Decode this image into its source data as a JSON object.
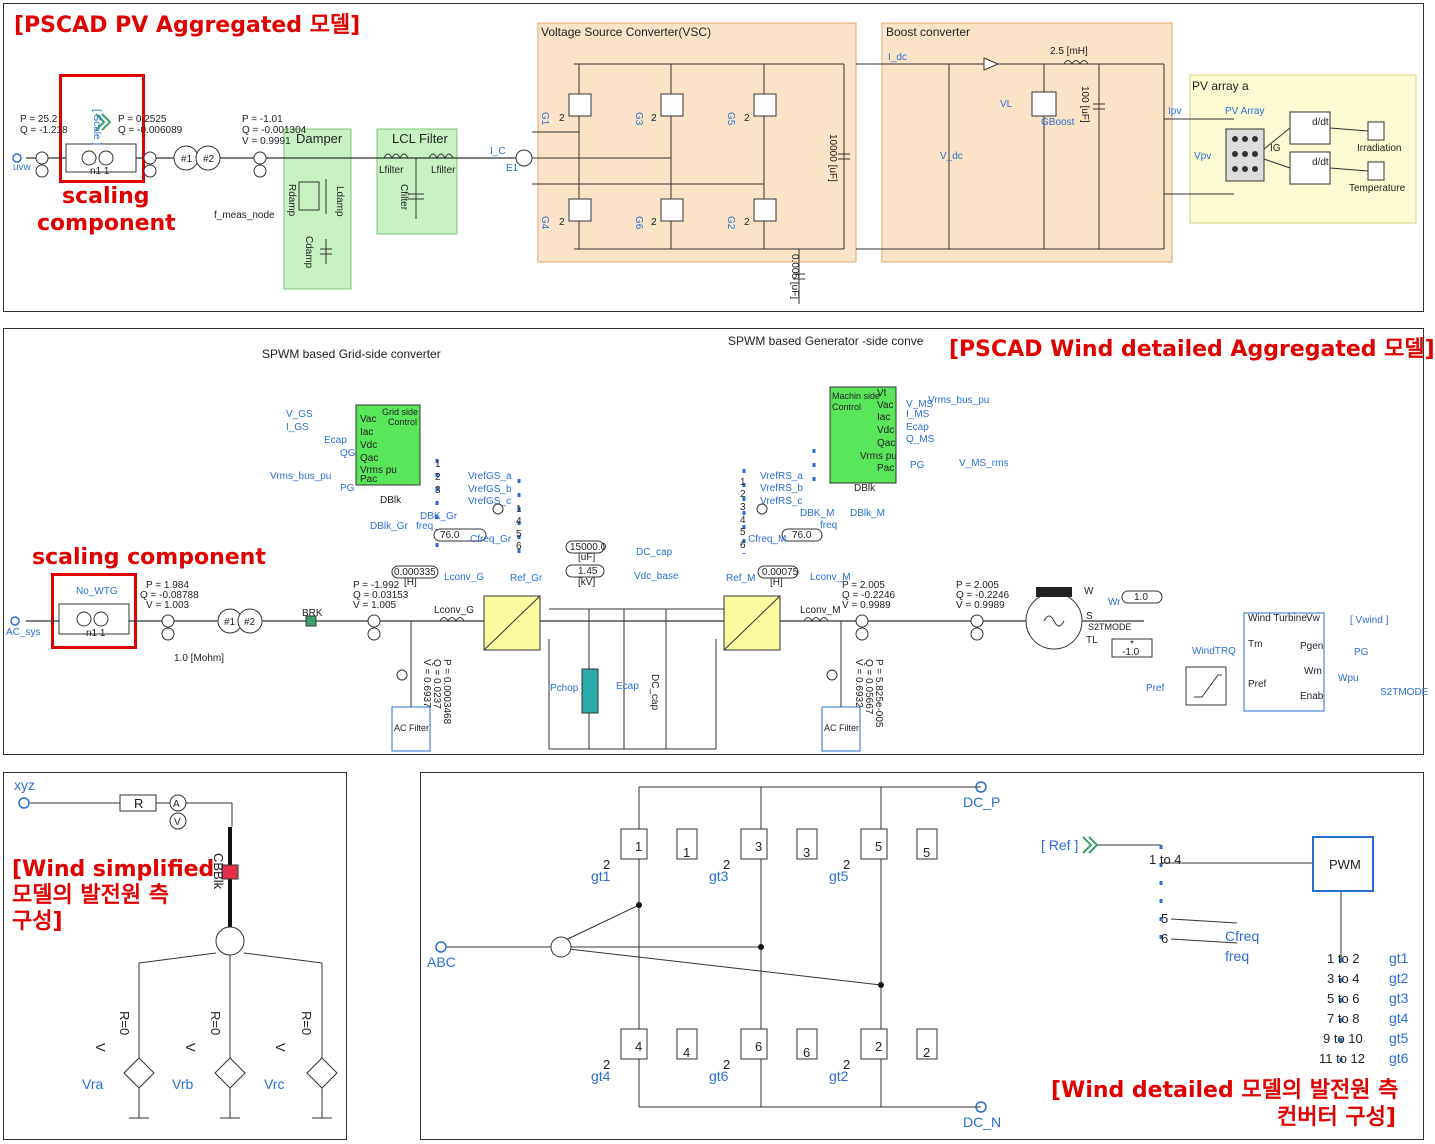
{
  "colors": {
    "title_red": "#e00000",
    "signal_blue": "#2a6fd6",
    "orange": "#fbe3c8",
    "green": "#c8f2c3",
    "yellow": "#fcfad2",
    "bright_green": "#5ae65a"
  },
  "pv": {
    "title": "[PSCAD PV Aggregated 모델]",
    "scaling1": "scaling",
    "scaling2": "component",
    "uvw": "uvw",
    "scale": "[ Scale ]",
    "n1_1": "n1  1",
    "p_left": "P = 25.2",
    "q_left": "Q = -1.218",
    "p_mid": "P = 0.2525",
    "q_mid": "Q = -0.006089",
    "p_r": "P = -1.01",
    "q_r": "Q = -0.001304",
    "v_r": "V = 0.9991",
    "tx1": "#1",
    "tx2": "#2",
    "f_meas": "f_meas_node",
    "damper": "Damper",
    "rdamp": "Rdamp",
    "ldamp": "Ldamp",
    "cdamp": "Cdamp",
    "lcl": "LCL Filter",
    "lfilter1": "Lfilter",
    "lfilter2": "Lfilter",
    "cfilter": "Cfilter",
    "i_c": "I_C",
    "e1": "E1",
    "vsc": "Voltage Source Converter(VSC)",
    "g1": "G1",
    "g3": "G3",
    "g5": "G5",
    "g4": "G4",
    "g6": "G6",
    "g2": "G2",
    "cap_vsc": "10000 [uF]",
    "cap_small": "0.005 [uF]",
    "boost": "Boost converter",
    "i_dc": "I_dc",
    "ind": "2.5 [mH]",
    "vl": "VL",
    "gboost": "GBoost",
    "cap_boost": "100 [uF]",
    "v_dc": "V_dc",
    "pv_array": "PV array a",
    "pv_array_inner": "PV Array",
    "ipv": "Ipv",
    "vpv": "Vpv",
    "ig": "IG",
    "ddt1": "d/dt",
    "ddt2": "d/dt",
    "irr": "Irradiation",
    "temp": "Temperature",
    "num2": "2"
  },
  "wind": {
    "title": "[PSCAD Wind detailed Aggregated 모델]",
    "grid_conv": "SPWM based Grid-side converter",
    "gen_conv": "SPWM based Generator -side  conve",
    "scaling": "scaling component",
    "grid_ctrl": [
      "Grid side",
      "Control"
    ],
    "grid_ports": [
      "Vac",
      "Iac",
      "Vdc",
      "Qac",
      "Vrms pu",
      "Pac"
    ],
    "grid_inputs": [
      "V_GS",
      "I_GS",
      "Ecap",
      "QG",
      "Vrms_bus_pu",
      "PG"
    ],
    "dblk": "DBlk",
    "dblk_gr": "DBlk_Gr",
    "freq": "freq",
    "vref_gs": [
      "VrefGS_a",
      "VrefGS_b",
      "VrefGS_c"
    ],
    "dbk_gr": "DBK_Gr",
    "val76": "76.0",
    "cfreq_gr": "Cfreq_Gr",
    "mach_ctrl": [
      "Machin side",
      "Control"
    ],
    "mach_ports": [
      "Vt",
      "Vac",
      "Iac",
      "Vdc",
      "Qac",
      "Vrms pu",
      "Pac"
    ],
    "mach_outputs": [
      "Vrms_bus_pu",
      "V_MS",
      "I_MS",
      "Ecap",
      "Q_MS",
      "PG",
      "V_MS_rms"
    ],
    "dblk_m": "DBlk_M",
    "vref_rs": [
      "VrefRS_a",
      "VrefRS_b",
      "VrefRS_c"
    ],
    "dbk_m": "DBK_M",
    "cfreq_m": "Cfreq_M",
    "nums": [
      "1",
      "2",
      "3",
      "1",
      "4",
      "5",
      "6"
    ],
    "no_wtg": "No_WTG",
    "n1_1": "n1  1",
    "ac_sys": "AC_sys",
    "p1": "P = 1.984",
    "q1": "Q = -0.08788",
    "v1": "V = 1.003",
    "mohm": "1.0 [Mohm]",
    "brk": "BRK",
    "p2": "P = -1.992",
    "q2": "Q = 0.03153",
    "v2": "V = 1.005",
    "lconv_g_val": "0.000335",
    "h1": "[H]",
    "lconv_g": "Lconv_G",
    "ref_gr": "Ref_Gr",
    "cap_val": "15000.0",
    "uf": "[uF]",
    "dc_cap": "DC_cap",
    "kv_val": "1.45",
    "kv": "[kV]",
    "vdc_base": "Vdc_base",
    "pchop": "Pchop",
    "ecap": "Ecap",
    "dc_cap2": "DC_cap",
    "ref_m": "Ref_M",
    "lconv_m_val": "0.00075",
    "h2": "[H]",
    "lconv_m": "Lconv_M",
    "p3": "P = 2.005",
    "q3": "Q = -0.2246",
    "v3": "V = 0.9989",
    "p4": "P = 2.005",
    "q4": "Q = -0.2246",
    "v4": "V = 0.9989",
    "pf1": [
      "P = 0.0003468",
      "Q = 0.0237",
      "V = 0.6937"
    ],
    "pf2": [
      "P = 5.825e-005",
      "Q = 0.05667",
      "V = 0.6932"
    ],
    "ac_filter": "AC Filter",
    "ac_filter2": "AC Filter",
    "w": "W",
    "wr": "Wr",
    "s": "S",
    "s2tmode": "S2TMODE",
    "tl": "TL",
    "val1": "1.0",
    "valm1": "-1.0",
    "star": "*",
    "wind_trq": "WindTRQ",
    "pref": "Pref",
    "wt": "Wind Turbine",
    "wt_ports_l": [
      "Tm",
      "Pref"
    ],
    "wt_ports_r": [
      "Vw",
      "Pgen",
      "Wm",
      "Enab"
    ],
    "vwind": "[ Vwind ]",
    "pg": "PG",
    "wpu": "Wpu",
    "s2tmode2": "S2TMODE",
    "tx1": "#1",
    "tx2": "#2"
  },
  "simp": {
    "title": [
      "[Wind simplified",
      "모델의 발전원 측",
      "구성]"
    ],
    "xyz": "xyz",
    "r": "R",
    "a": "A",
    "v": "V",
    "cbblk": "CBBlk",
    "r0": [
      "R=0",
      "R=0",
      "R=0"
    ],
    "vlab": [
      "V",
      "V",
      "V"
    ],
    "vra": "Vra",
    "vrb": "Vrb",
    "vrc": "Vrc"
  },
  "det": {
    "title": [
      "[Wind detailed 모델의 발전원 측",
      "컨버터 구성]"
    ],
    "dc_p": "DC_P",
    "dc_n": "DC_N",
    "abc": "ABC",
    "gt": [
      "gt1",
      "gt3",
      "gt5",
      "gt4",
      "gt6",
      "gt2"
    ],
    "sw": [
      "1",
      "3",
      "5",
      "4",
      "6",
      "2"
    ],
    "two": "2",
    "ref": "[ Ref ]",
    "one_to_4": "1 to 4",
    "pwm": "PWM",
    "five": "5",
    "six": "6",
    "cfreq": "Cfreq",
    "freq": "freq",
    "splits": [
      "1 to 2",
      "3 to 4",
      "5 to 6",
      "7 to 8",
      "9 to 10",
      "11 to 12"
    ],
    "gts": [
      "gt1",
      "gt2",
      "gt3",
      "gt4",
      "gt5",
      "gt6"
    ]
  }
}
